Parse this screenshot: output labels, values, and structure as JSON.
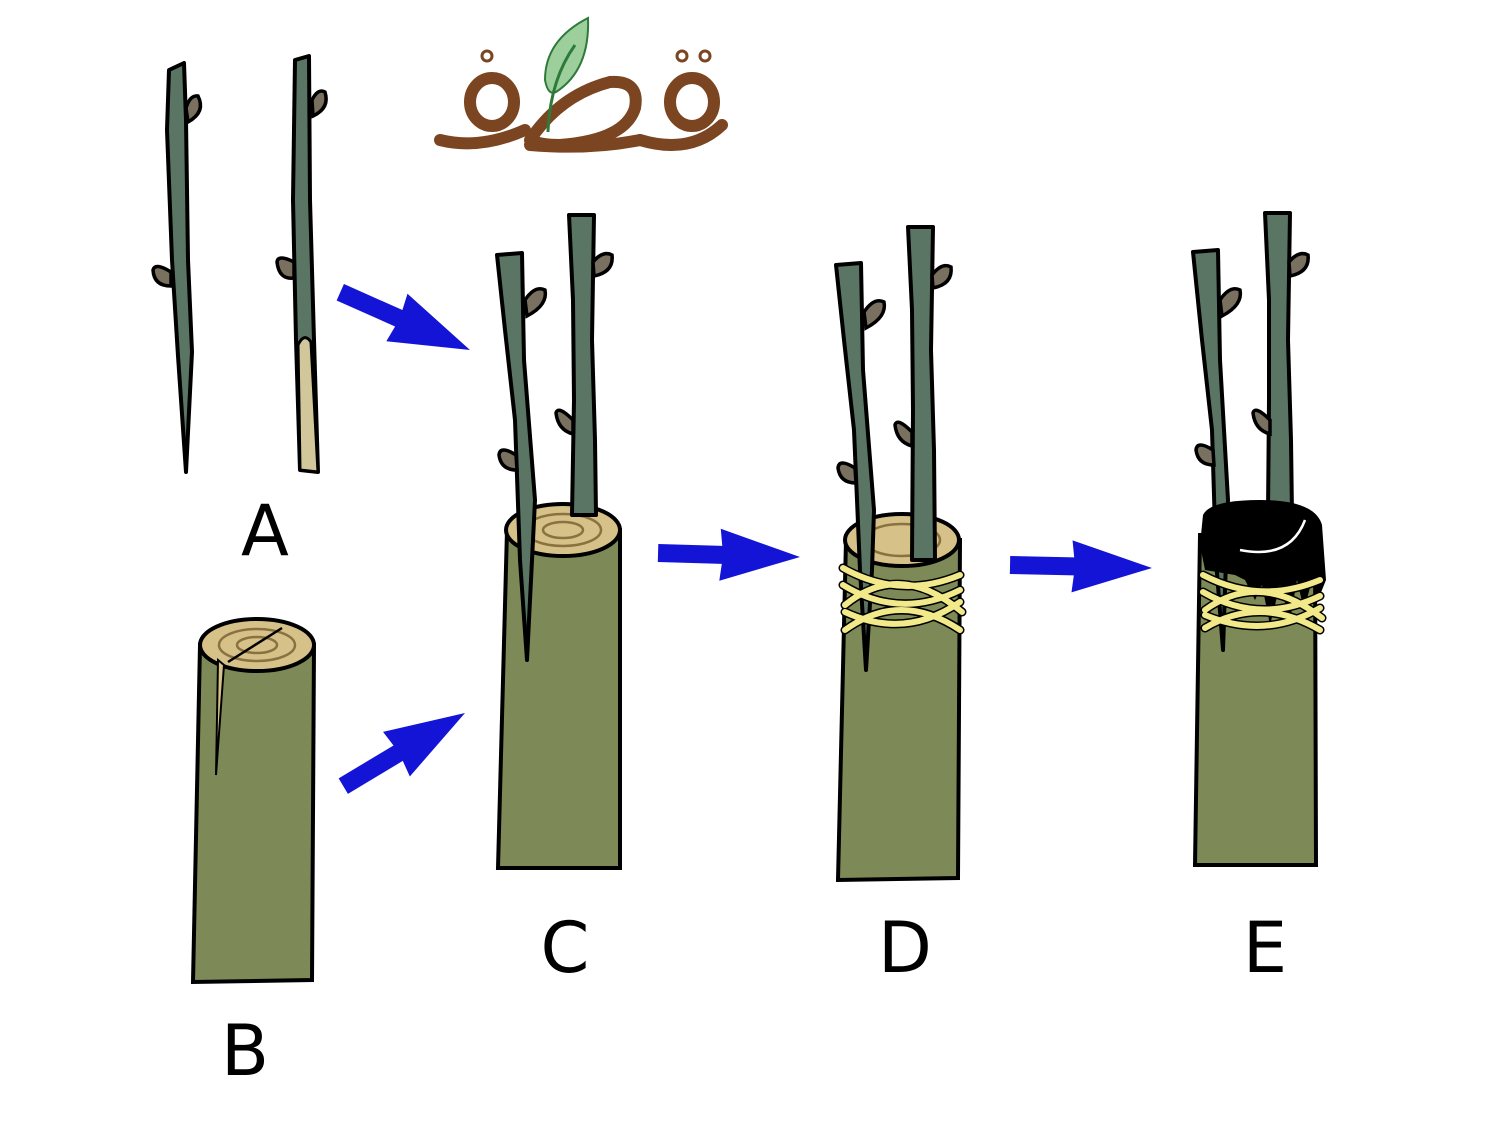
{
  "logo": {
    "text": "قطف",
    "letter_color": "#7a4520",
    "leaf_color": "#4f9a55"
  },
  "labels": {
    "a": "A",
    "b": "B",
    "c": "C",
    "d": "D",
    "e": "E"
  },
  "colors": {
    "arrow": "#1414d6",
    "scion": "#5b7565",
    "stock": "#7d8a57",
    "wood": "#d6c189",
    "twine": "#f2e98a",
    "sealant": "#000000"
  }
}
